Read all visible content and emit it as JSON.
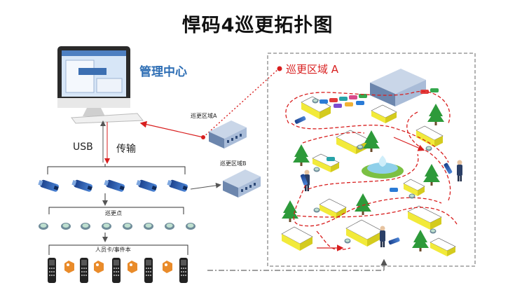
{
  "title": "悍码4巡更拓扑图",
  "management_center": "管理中心",
  "usb": "USB",
  "transfer": "传输",
  "patrol_area_a_small": "巡更区域A",
  "patrol_area_b_small": "巡更区域B",
  "patrol_points": "巡更点",
  "cards_label": "人员卡/事件本",
  "patrol_area_a_large": "巡更区域 A",
  "colors": {
    "red": "#d81e1e",
    "blue": "#2f6fb5",
    "gray": "#888888"
  }
}
